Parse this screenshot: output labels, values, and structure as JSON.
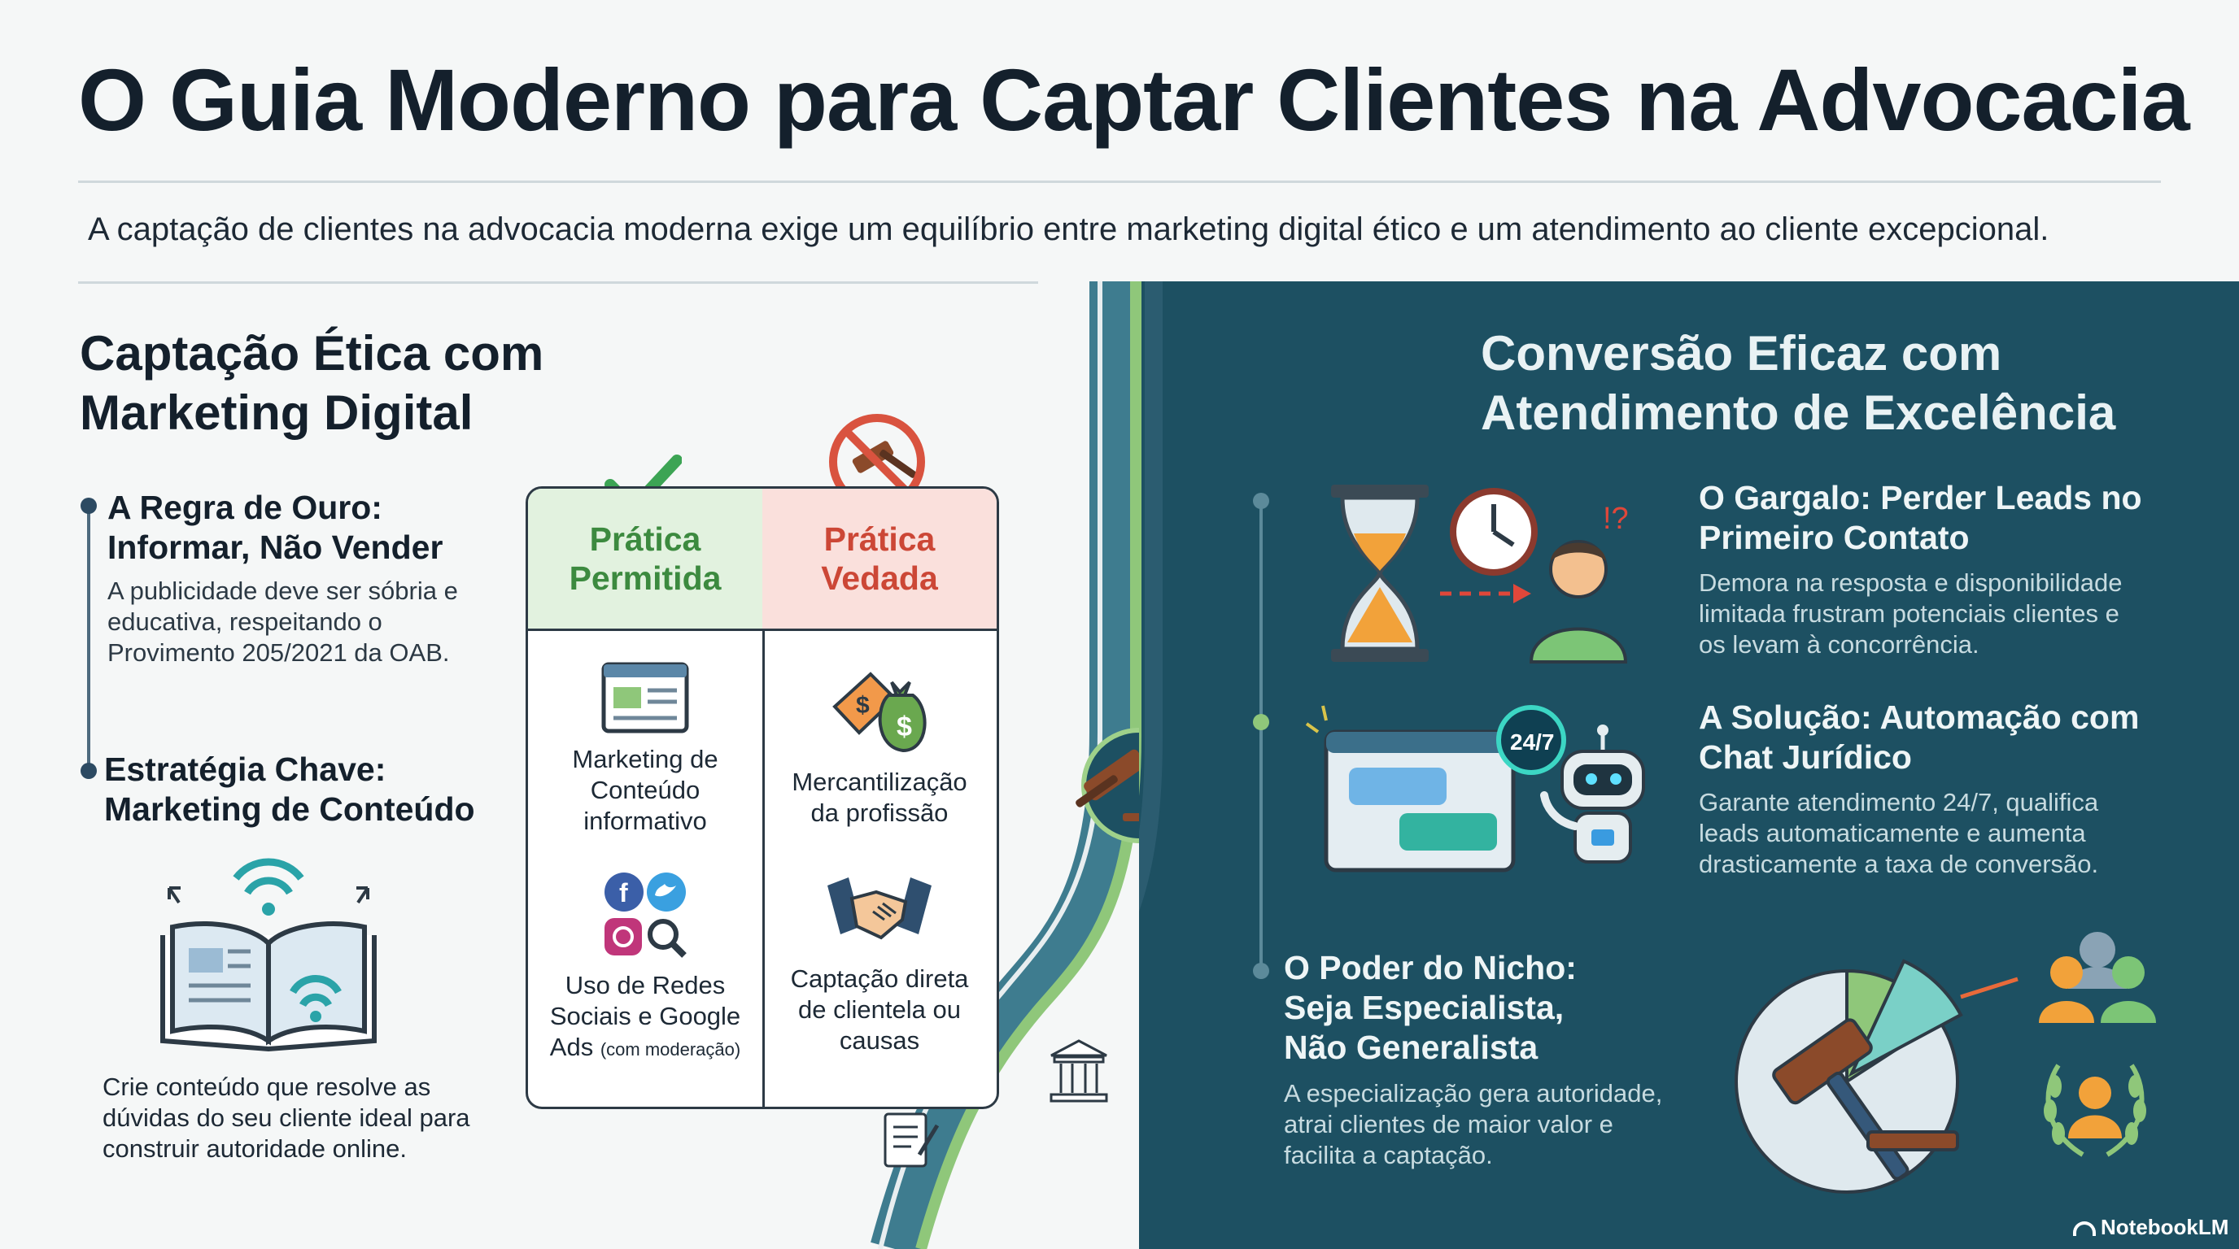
{
  "header": {
    "title": "O Guia Moderno para Captar Clientes na Advocacia",
    "subtitle": "A captação de clientes na advocacia moderna exige um equilíbrio entre marketing digital ético e um atendimento ao cliente excepcional."
  },
  "left": {
    "heading_line1": "Captação Ética com",
    "heading_line2": "Marketing Digital",
    "point1": {
      "title_line1": "A Regra de Ouro:",
      "title_line2": "Informar, Não Vender",
      "body_line1": "A publicidade deve ser sóbria e",
      "body_line2": "educativa, respeitando o",
      "body_line3": "Provimento 205/2021 da OAB."
    },
    "point2": {
      "title_line1": "Estratégia Chave:",
      "title_line2": "Marketing de Conteúdo",
      "body_line1": "Crie conteúdo que resolve as",
      "body_line2": "dúvidas do seu cliente ideal para",
      "body_line3": "construir autoridade online."
    },
    "table": {
      "allowed": {
        "header_line1": "Prática",
        "header_line2": "Permitida",
        "item1": [
          "Marketing de",
          "Conteúdo",
          "informativo"
        ],
        "item2": [
          "Uso de Redes",
          "Sociais e Google"
        ],
        "item2_last": "Ads",
        "item2_note": "(com moderação)"
      },
      "forbidden": {
        "header_line1": "Prática",
        "header_line2": "Vedada",
        "item1": [
          "Mercantilização",
          "da profissão"
        ],
        "item2": [
          "Captação direta",
          "de clientela ou",
          "causas"
        ]
      }
    }
  },
  "right": {
    "heading_line1": "Conversão Eficaz com",
    "heading_line2": "Atendimento de Excelência",
    "point1": {
      "title_line1": "O Gargalo: Perder Leads no",
      "title_line2": "Primeiro Contato",
      "body_line1": "Demora na resposta e disponibilidade",
      "body_line2": "limitada frustram potenciais clientes e",
      "body_line3": "os levam à concorrência."
    },
    "point2": {
      "title_line1": "A Solução: Automação com",
      "title_line2": "Chat Jurídico",
      "body_line1": "Garante atendimento 24/7, qualifica",
      "body_line2": "leads automaticamente e aumenta",
      "body_line3": "drasticamente a taxa de conversão.",
      "badge": "24/7"
    },
    "point3": {
      "title_line1": "O Poder do Nicho:",
      "title_line2": "Seja Especialista,",
      "title_line3": "Não Generalista",
      "body_line1": "A especialização gera autoridade,",
      "body_line2": "atrai clientes de maior valor e",
      "body_line3": "facilita a captação."
    }
  },
  "brand": {
    "name": "NotebookLM"
  },
  "icons": {
    "check": "check-icon",
    "ban": "no-gavel-icon",
    "web": "webpage-icon",
    "social": "social-media-icons",
    "money": "money-bag-tag-icon",
    "handshake": "handshake-icon",
    "book": "open-book-wifi-icon",
    "hourglass": "hourglass-icon",
    "clock": "clock-icon",
    "user": "frustrated-user-icon",
    "chat": "chat-window-icon",
    "robot": "robot-icon",
    "gavel": "gavel-icon",
    "bank": "courthouse-icon",
    "doc": "document-pen-icon",
    "pie": "pie-chart-gavel-icon",
    "group": "people-group-icon",
    "laurel": "laurel-person-icon"
  },
  "colors": {
    "dark_panel": "#1d5062",
    "allowed": "#3c8a3f",
    "forbidden": "#cc4736",
    "title": "#14202c"
  }
}
